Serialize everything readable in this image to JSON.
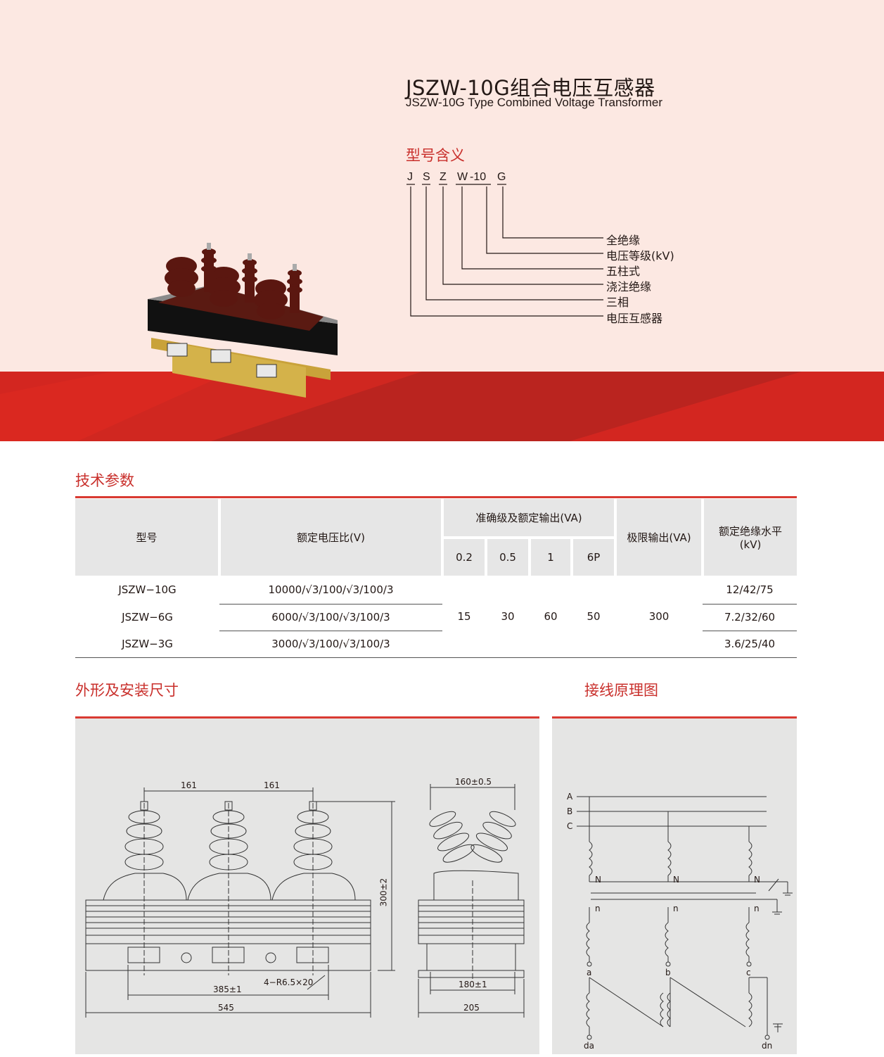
{
  "header": {
    "title_cn": "JSZW-10G组合电压互感器",
    "title_en": "JSZW-10G Type Combined Voltage Transformer"
  },
  "model_meaning": {
    "title": "型号含义",
    "code_letters": [
      "J",
      "S",
      "Z",
      "W",
      "-10",
      "G"
    ],
    "items": [
      "全绝缘",
      "电压等级(kV)",
      "五柱式",
      "浇注绝缘",
      "三相",
      "电压互感器"
    ]
  },
  "tech_params": {
    "title": "技术参数",
    "headers": {
      "model": "型号",
      "ratio": "额定电压比(V)",
      "accuracy": "准确级及额定输出(VA)",
      "accuracy_classes": [
        "0.2",
        "0.5",
        "1",
        "6P"
      ],
      "limit": "极限输出(VA)",
      "insulation": "额定绝缘水平",
      "insulation_unit": "(kV)"
    },
    "rows": [
      {
        "model": "JSZW−10G",
        "ratio": "10000/√3/100/√3/100/3",
        "insulation": "12/42/75"
      },
      {
        "model": "JSZW−6G",
        "ratio": "6000/√3/100/√3/100/3",
        "insulation": "7.2/32/60"
      },
      {
        "model": "JSZW−3G",
        "ratio": "3000/√3/100/√3/100/3",
        "insulation": "3.6/25/40"
      }
    ],
    "shared": {
      "v02": "15",
      "v05": "30",
      "v1": "60",
      "v6p": "50",
      "limit": "300"
    }
  },
  "dimensions": {
    "title": "外形及安装尺寸",
    "labels": {
      "d161a": "161",
      "d161b": "161",
      "d300": "300±2",
      "d385": "385±1",
      "hole": "4−R6.5×20",
      "d545": "545",
      "d160": "160±0.5",
      "d180": "180±1",
      "d205": "205"
    }
  },
  "wiring": {
    "title": "接线原理图",
    "labels": {
      "A": "A",
      "B": "B",
      "C": "C",
      "N": "N",
      "n": "n",
      "a": "a",
      "b": "b",
      "c": "c",
      "da": "da",
      "dn": "dn"
    }
  },
  "colors": {
    "accent": "#d93a32",
    "band": "#c8201d",
    "hero_bg": "#fce8e2",
    "panel": "#e5e5e4"
  }
}
